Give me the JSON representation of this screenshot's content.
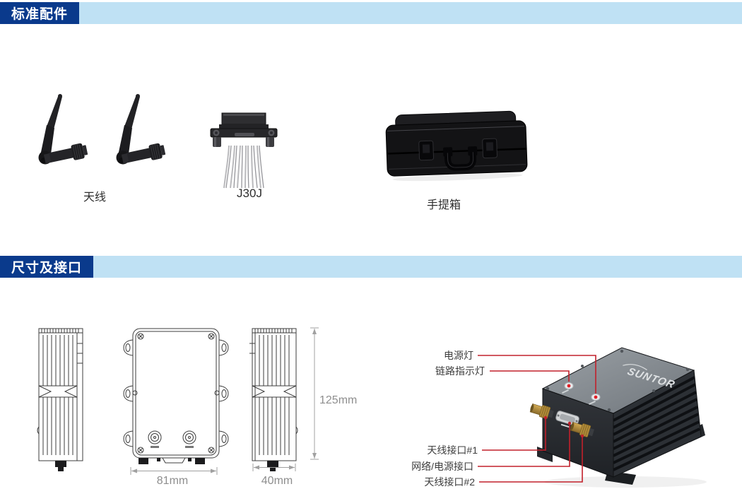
{
  "sections": [
    {
      "title": "标准配件"
    },
    {
      "title": "尺寸及接口"
    }
  ],
  "accessories": [
    {
      "label": "天线"
    },
    {
      "label": "J30J"
    },
    {
      "label": "手提箱"
    }
  ],
  "dimensions": {
    "height_label": "125mm",
    "width_label": "81mm",
    "depth_label": "40mm"
  },
  "device": {
    "brand": "SUNTOR",
    "callouts": [
      {
        "label": "电源灯"
      },
      {
        "label": "链路指示灯"
      },
      {
        "label": "天线接口#1"
      },
      {
        "label": "网络/电源接口"
      },
      {
        "label": "天线接口#2"
      }
    ]
  },
  "colors": {
    "section_chip": "#0a3a8c",
    "section_bar": "#bfe1f4",
    "leader_line": "#c2202b"
  }
}
